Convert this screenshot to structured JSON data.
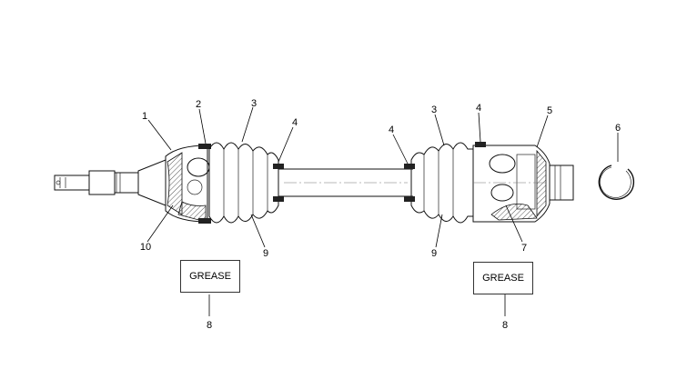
{
  "callouts": {
    "c1": "1",
    "c2": "2",
    "c3_left": "3",
    "c4_left": "4",
    "c4_right_a": "4",
    "c3_right": "3",
    "c4_right_b": "4",
    "c5": "5",
    "c6": "6",
    "c7": "7",
    "c9_left": "9",
    "c9_right": "9",
    "c10": "10",
    "c8_left": "8",
    "c8_right": "8"
  },
  "grease": {
    "left_label": "GREASE",
    "right_label": "GREASE"
  }
}
